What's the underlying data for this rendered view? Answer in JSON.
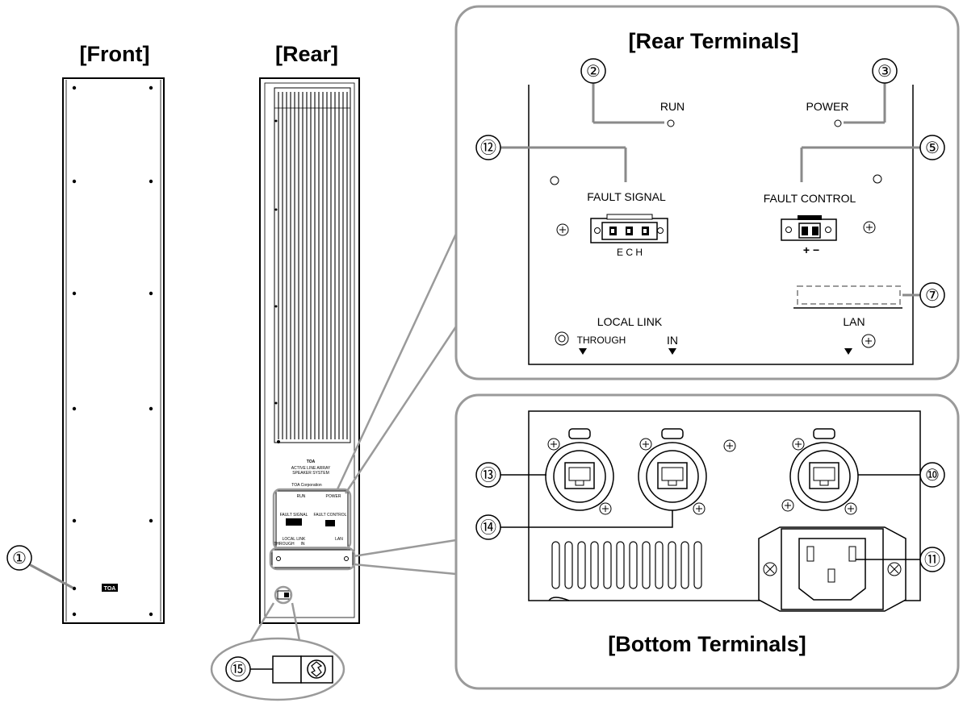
{
  "headings": {
    "front": "[Front]",
    "rear": "[Rear]",
    "rear_terminals": "[Rear Terminals]",
    "bottom_terminals": "[Bottom Terminals]"
  },
  "rear_terminals": {
    "run": "RUN",
    "power": "POWER",
    "fault_signal": "FAULT SIGNAL",
    "fault_control": "FAULT CONTROL",
    "fault_signal_pins": "E  C  H",
    "fault_control_pins": "+ −",
    "local_link": "LOCAL  LINK",
    "through": "THROUGH",
    "in": "IN",
    "lan": "LAN"
  },
  "rear_panel_text": {
    "brand": "TOA",
    "product_line1": "ACTIVE LINE ARRAY",
    "product_line2": "SPEAKER SYSTEM",
    "maker": "TOA Corporation",
    "mini_run": "RUN",
    "mini_power": "POWER",
    "mini_fault_signal": "FAULT SIGNAL",
    "mini_fault_control": "FAULT CONTROL",
    "mini_local_link": "LOCAL LINK",
    "mini_through": "THROUGH",
    "mini_in": "IN",
    "mini_lan": "LAN"
  },
  "front_logo": "TOA",
  "callouts": {
    "c1": "①",
    "c2": "②",
    "c3": "③",
    "c5": "⑤",
    "c7": "⑦",
    "c10": "⑩",
    "c11": "⑪",
    "c12": "⑫",
    "c13": "⑬",
    "c14": "⑭",
    "c15": "⑮"
  }
}
